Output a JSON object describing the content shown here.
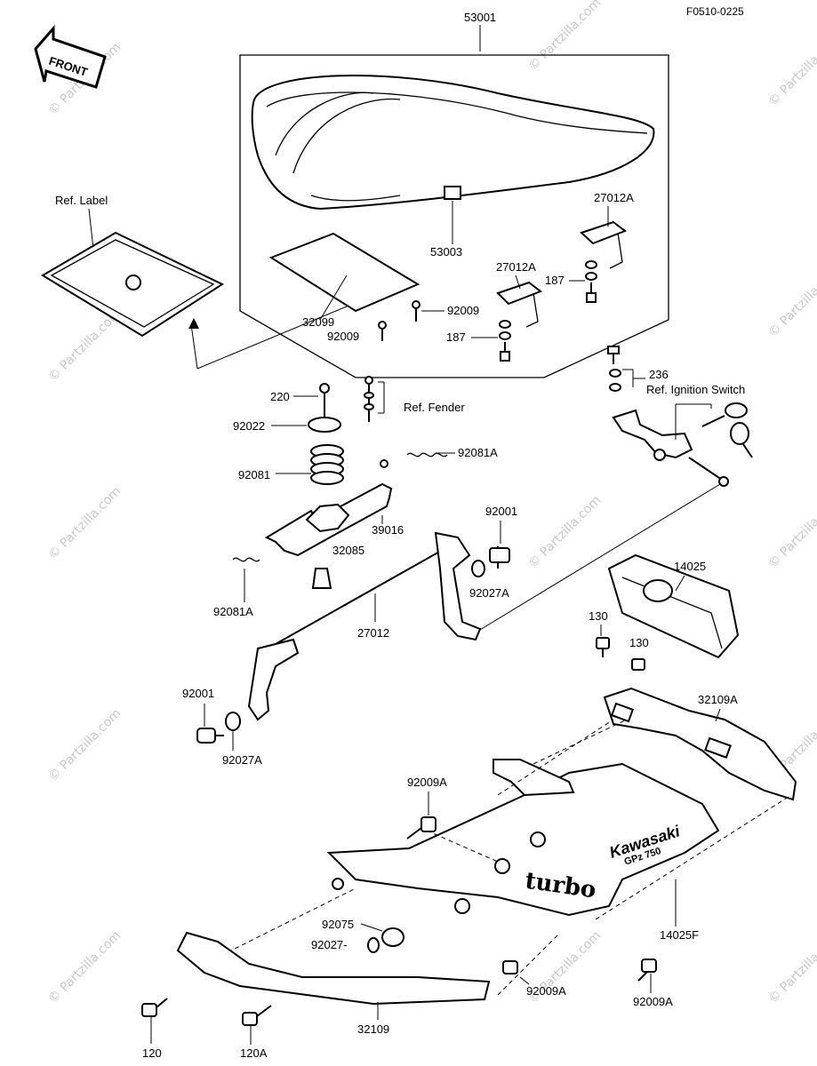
{
  "diagram_id": "F0510-0225",
  "front_label": "FRONT",
  "ref_labels": {
    "label": "Ref. Label",
    "fender": "Ref. Fender",
    "ignition": "Ref. Ignition Switch"
  },
  "parts": {
    "p53001": "53001",
    "p53003": "53003",
    "p27012A_a": "27012A",
    "p27012A_b": "27012A",
    "p187_a": "187",
    "p187_b": "187",
    "p32099": "32099",
    "p92009_a": "92009",
    "p92009_b": "92009",
    "p236": "236",
    "p220": "220",
    "p92022": "92022",
    "p92081": "92081",
    "p92081A_a": "92081A",
    "p92081A_b": "92081A",
    "p39016": "39016",
    "p32085": "32085",
    "p92001_a": "92001",
    "p92001_b": "92001",
    "p92027A_a": "92027A",
    "p92027A_b": "92027A",
    "p27012": "27012",
    "p14025": "14025",
    "p130_a": "130",
    "p130_b": "130",
    "p32109A": "32109A",
    "p92009A_a": "92009A",
    "p92009A_b": "92009A",
    "p92009A_c": "92009A",
    "p14025F": "14025F",
    "p92075": "92075",
    "p92027": "92027-",
    "p120": "120",
    "p120A": "120A",
    "p32109": "32109"
  },
  "decal_text": {
    "brand": "Kawasaki",
    "model": "GPz 750",
    "turbo": "turbo"
  },
  "watermark": "© Partzilla.com"
}
